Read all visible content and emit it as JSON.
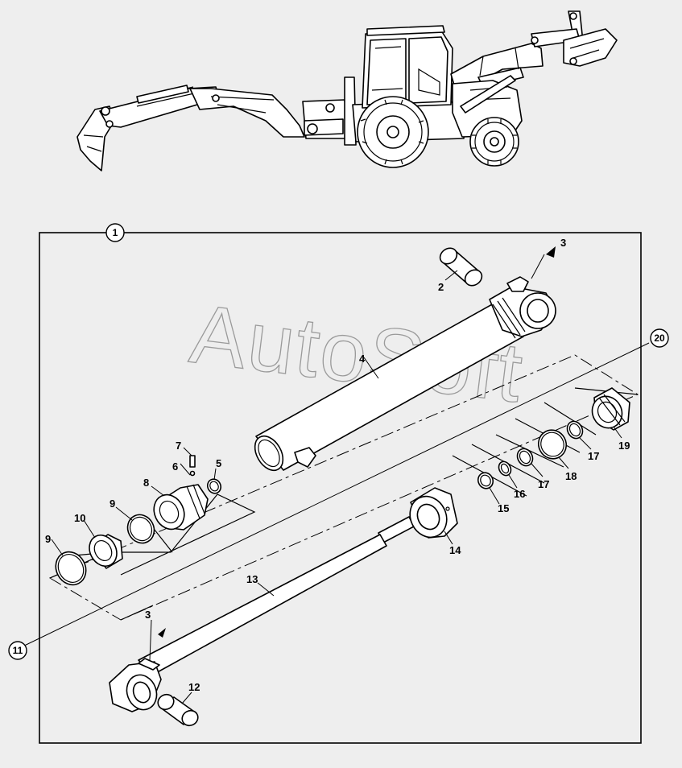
{
  "watermark": "AutoSoft",
  "assembly_label": "1",
  "circle_callouts": {
    "c20": "20",
    "c11": "11"
  },
  "callouts": {
    "p2": "2",
    "p3a": "3",
    "p3b": "3",
    "p4": "4",
    "p5": "5",
    "p6": "6",
    "p7": "7",
    "p8": "8",
    "p9a": "9",
    "p9b": "9",
    "p10": "10",
    "p12": "12",
    "p13": "13",
    "p14": "14",
    "p15": "15",
    "p16": "16",
    "p17a": "17",
    "p17b": "17",
    "p18": "18",
    "p19": "19"
  },
  "colors": {
    "background": "#eeeeee",
    "ink": "#000000",
    "watermark": "#9a9a9a",
    "paper": "#ffffff"
  },
  "icons": [
    "backhoe-loader-illustration",
    "hydraulic-cylinder-exploded-view"
  ]
}
